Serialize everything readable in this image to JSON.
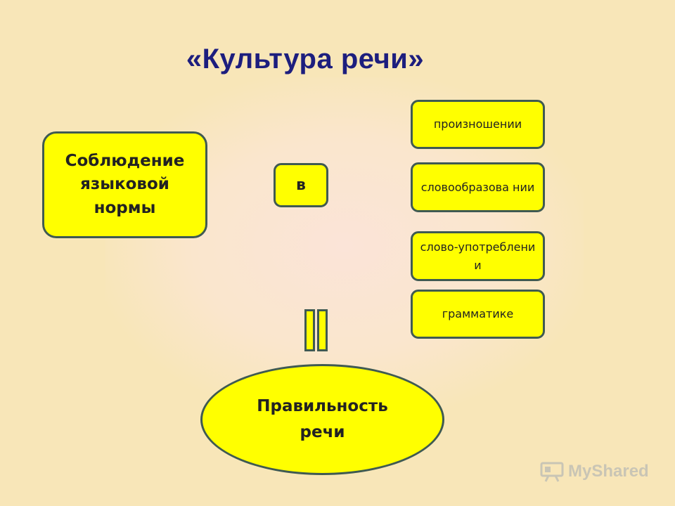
{
  "title": "«Культура речи»",
  "main_box": {
    "lines": [
      "Соблюдение",
      "языковой",
      "нормы"
    ]
  },
  "connector_label": "в",
  "items": [
    "произношении",
    "словообразова нии",
    "слово-употреблении",
    "грамматике"
  ],
  "equals_sign": "=",
  "result": {
    "lines": [
      "Правильность",
      "речи"
    ]
  },
  "watermark": {
    "text": "MyShared",
    "icon": "projector-icon"
  },
  "colors": {
    "background": "#f8e6b8",
    "box_fill": "#ffff00",
    "box_border": "#3f5a52",
    "title": "#1d1e7e"
  }
}
